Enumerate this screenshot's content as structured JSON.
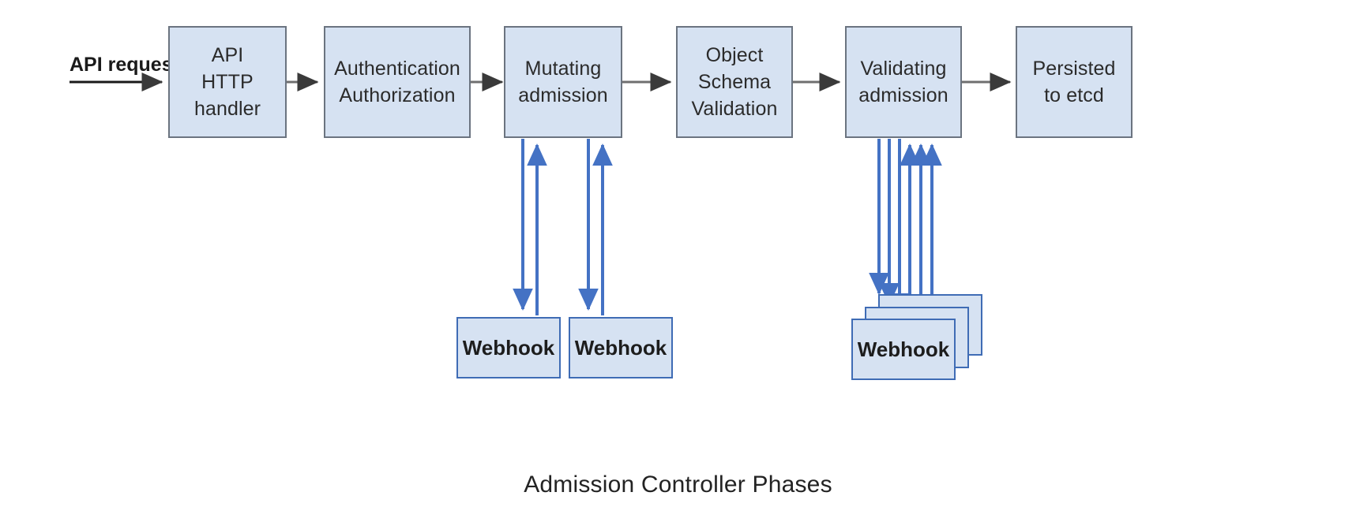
{
  "figure": {
    "caption": "Admission Controller Phases",
    "background_color": "#ffffff"
  },
  "colors": {
    "node_fill": "#d6e2f2",
    "node_stroke": "#6b7480",
    "webhook_stroke": "#3f6cb5",
    "flow_arrow": "#555555",
    "webhook_arrow": "#4472c4",
    "text": "#2b2b2b"
  },
  "entry": {
    "label": "API request"
  },
  "pipeline": {
    "nodes": [
      {
        "id": "api-http-handler",
        "label": "API\nHTTP\nhandler"
      },
      {
        "id": "authentication-authorization",
        "label": "Authentication\nAuthorization"
      },
      {
        "id": "mutating-admission",
        "label": "Mutating\nadmission"
      },
      {
        "id": "object-schema-validation",
        "label": "Object\nSchema\nValidation"
      },
      {
        "id": "validating-admission",
        "label": "Validating\nadmission"
      },
      {
        "id": "persisted-to-etcd",
        "label": "Persisted\nto etcd"
      }
    ]
  },
  "webhooks": {
    "mutating": [
      {
        "id": "mutating-webhook-1",
        "label": "Webhook"
      },
      {
        "id": "mutating-webhook-2",
        "label": "Webhook"
      }
    ],
    "validating": [
      {
        "id": "validating-webhook-stack",
        "label": "Webhook",
        "stack_count": 3
      }
    ]
  }
}
